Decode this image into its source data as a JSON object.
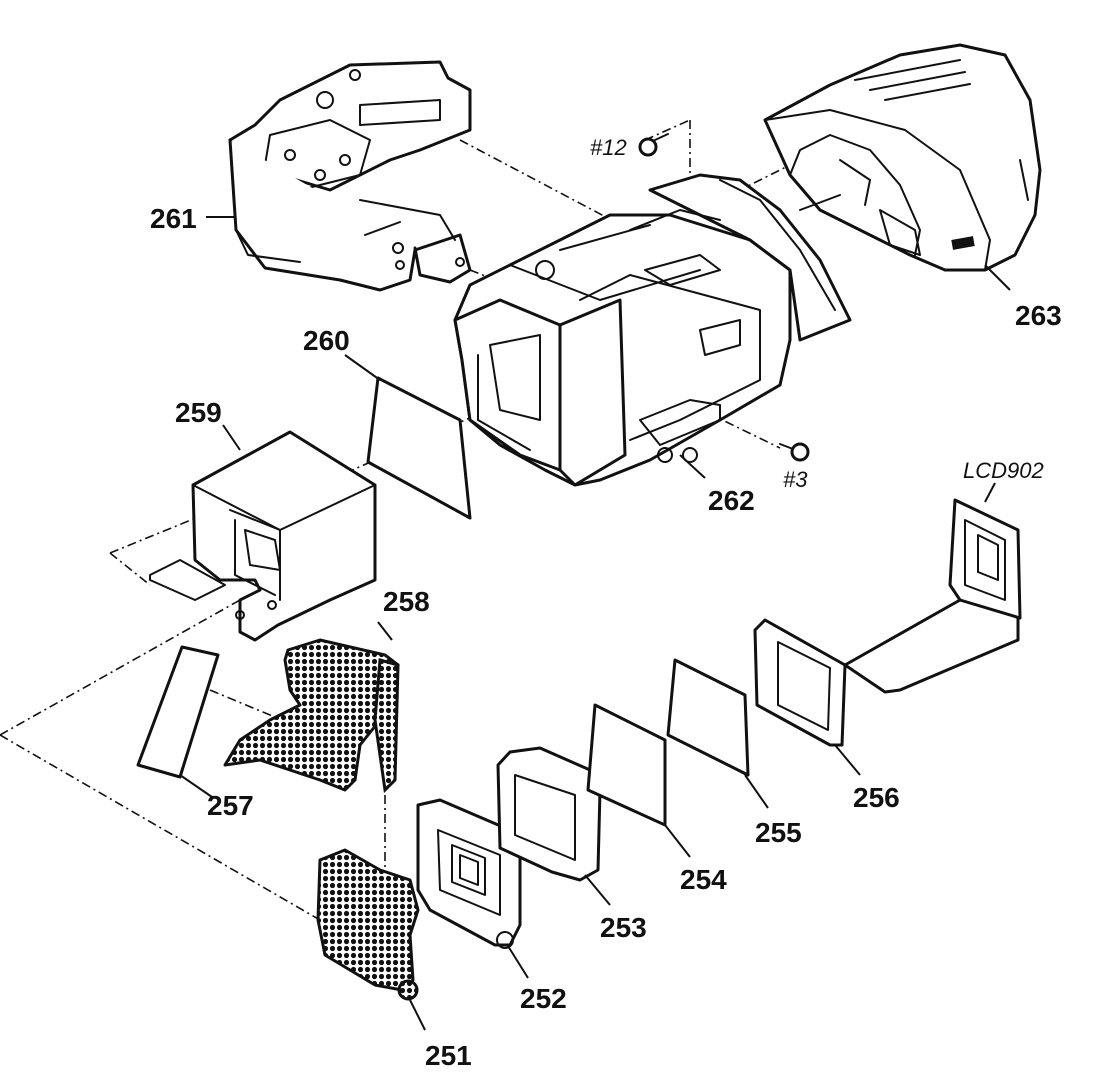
{
  "diagram": {
    "part_labels": {
      "p251": "251",
      "p252": "252",
      "p253": "253",
      "p254": "254",
      "p255": "255",
      "p256": "256",
      "p257": "257",
      "p258": "258",
      "p259": "259",
      "p260": "260",
      "p261": "261",
      "p262": "262",
      "p263": "263",
      "lcd": "LCD902",
      "screw12": "#12",
      "screw3": "#3"
    },
    "colors": {
      "ink": "#111111",
      "paper": "#ffffff"
    }
  }
}
